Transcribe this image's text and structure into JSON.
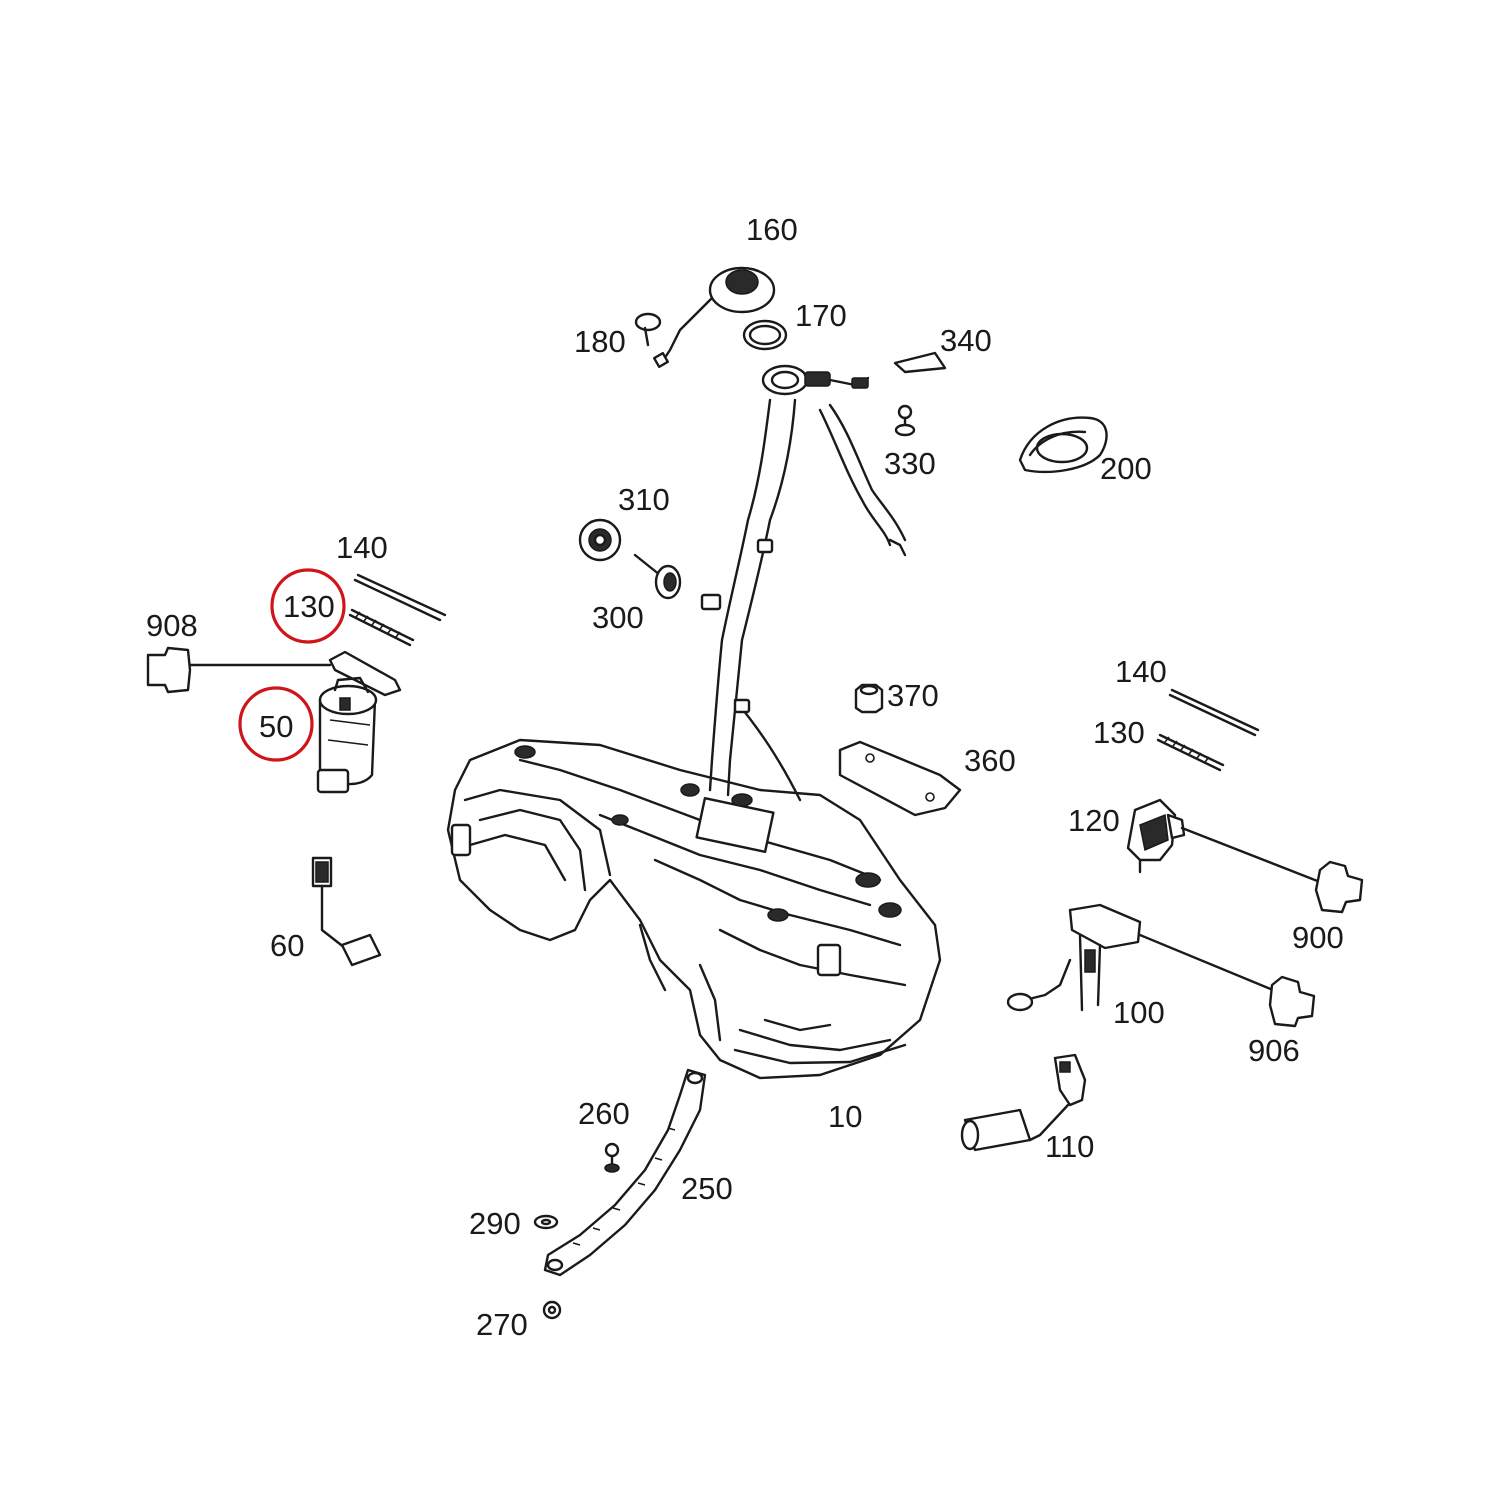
{
  "highlight_color": "#d0141b",
  "labels": {
    "p10": "10",
    "p50": "50",
    "p60": "60",
    "p100": "100",
    "p110": "110",
    "p120": "120",
    "p130_left": "130",
    "p130_right": "130",
    "p140_left": "140",
    "p140_right": "140",
    "p160": "160",
    "p170": "170",
    "p180": "180",
    "p200": "200",
    "p250": "250",
    "p260": "260",
    "p270": "270",
    "p290": "290",
    "p300": "300",
    "p310": "310",
    "p330": "330",
    "p340": "340",
    "p360": "360",
    "p370": "370",
    "p900": "900",
    "p906": "906",
    "p908": "908"
  },
  "highlighted_parts": [
    "130",
    "50"
  ]
}
